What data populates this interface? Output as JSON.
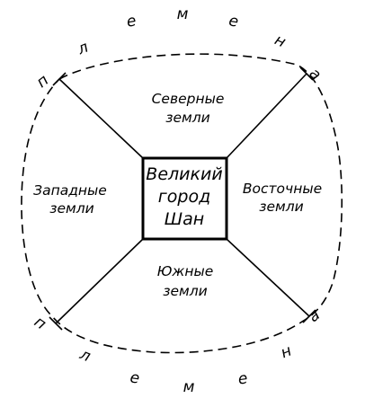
{
  "colors": {
    "ink": "#000000",
    "background": "#ffffff"
  },
  "city": {
    "lines": [
      "Великий",
      "город",
      "Шан"
    ]
  },
  "regions": {
    "north": {
      "lines": [
        "Северные",
        "земли"
      ]
    },
    "west": {
      "lines": [
        "Западные",
        "земли"
      ]
    },
    "east": {
      "lines": [
        "Восточные",
        "земли"
      ]
    },
    "south": {
      "lines": [
        "Южные",
        "земли"
      ]
    }
  },
  "tribes_ring": {
    "top": [
      "п",
      "л",
      "е",
      "м",
      "е",
      "н",
      "а"
    ],
    "bottom": [
      "п",
      "л",
      "е",
      "м",
      "е",
      "н",
      "а"
    ]
  }
}
